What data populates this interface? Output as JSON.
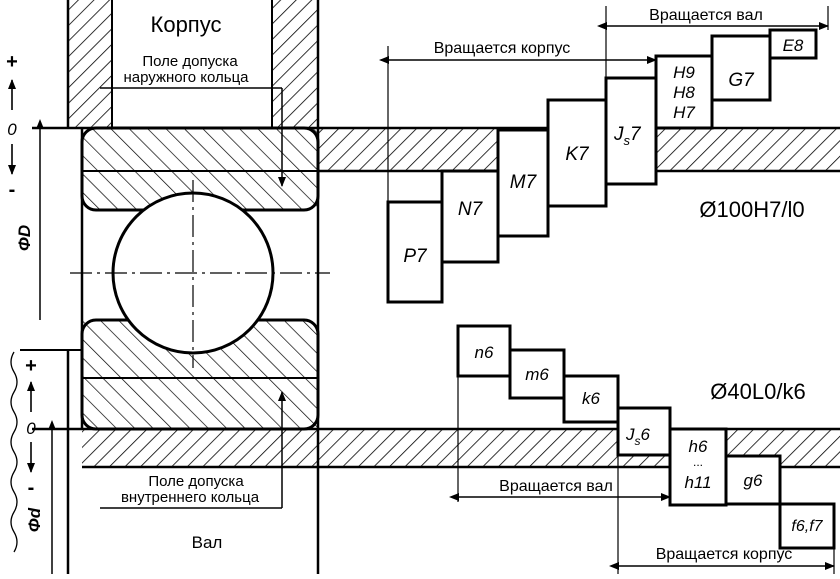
{
  "labels": {
    "housing": "Корпус",
    "shaft": "Вал",
    "outer_ring_tolerance_line1": "Поле допуска",
    "outer_ring_tolerance_line2": "наружного кольца",
    "inner_ring_tolerance_line1": "Поле допуска",
    "inner_ring_tolerance_line2": "внутреннего кольца",
    "phi_D": "ΦD",
    "phi_d": "Φd",
    "plus": "+",
    "zero": "0",
    "minus": "-",
    "housing_fit": "Ø100H7/l0",
    "shaft_fit": "Ø40L0/k6",
    "rotates_shaft_top": "Вращается вал",
    "rotates_housing_top": "Вращается корпус",
    "rotates_shaft_bottom": "Вращается вал",
    "rotates_housing_bottom": "Вращается корпус"
  },
  "housing_fields": {
    "P7": "P7",
    "N7": "N7",
    "M7": "M7",
    "K7": "K7",
    "Js7_base": "J",
    "Js7_sub": "s",
    "Js7_num": "7",
    "H9": "H9",
    "H8": "H8",
    "H7": "H7",
    "G7": "G7",
    "E8": "E8"
  },
  "shaft_fields": {
    "n6": "n6",
    "m6": "m6",
    "k6": "k6",
    "Js6_base": "J",
    "Js6_sub": "s",
    "Js6_num": "6",
    "h6": "h6",
    "h_dots": "...",
    "h11": "h11",
    "g6": "g6",
    "f6f7": "f6,f7"
  }
}
